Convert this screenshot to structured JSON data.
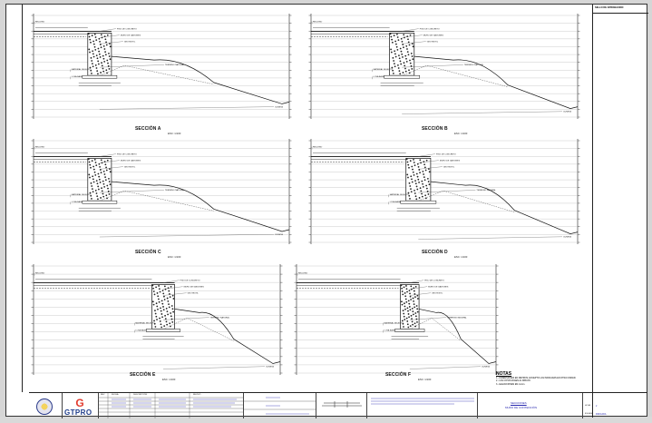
{
  "sheet": {
    "stamp_header": "SELLO DE APROBACION",
    "section_word": "SECCIÓN",
    "scale_text": "ESC: 1/100",
    "sections": [
      {
        "letter": "A"
      },
      {
        "letter": "B"
      },
      {
        "letter": "C"
      },
      {
        "letter": "D"
      },
      {
        "letter": "E"
      },
      {
        "letter": "F"
      }
    ],
    "callouts": [
      "PISO DE CONCRETO",
      "MURO DE GAVIONES",
      "GEOTEXTIL",
      "MATERIAL SELECTO",
      "TERRENO NATURAL",
      "CUNETA",
      "RELLENO",
      "LOSA BASE"
    ],
    "notes": {
      "title": "NOTAS",
      "lines": [
        "1.- DIMENSIONES EN METROS, EXCEPTO LAS INDICADAS EN OTRA UNIDAD.",
        "2.- LAS COTAS RIGEN AL DIBUJO.",
        "3.- ELEVACIONES EN msnm."
      ]
    }
  },
  "title_block": {
    "logo_text": "GTPRO",
    "revisions_header": [
      "REV",
      "FECHA",
      "DESCRIPCIÓN",
      "REVISÓ"
    ],
    "drawing_title": "SECCIONES",
    "drawing_subtitle": "MURO DE CONTENCIÓN",
    "sheet_label": "HOJA",
    "sheet_value": "2",
    "scale_label": "ESCALA",
    "scale_value": "INDICADA"
  }
}
